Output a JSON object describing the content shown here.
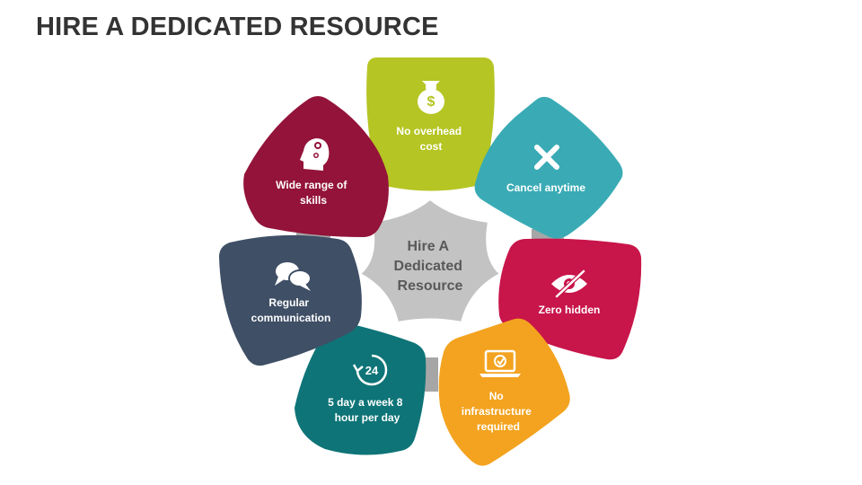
{
  "title": "HIRE A DEDICATED RESOURCE",
  "center": {
    "lines": [
      "Hire A",
      "Dedicated",
      "Resource"
    ],
    "color": "#c3c3c3"
  },
  "connector_color": "#a6a6a6",
  "petals": [
    {
      "key": "overhead",
      "lines": [
        "No overhead",
        "cost"
      ],
      "icon": "money-bag-icon",
      "color": "#b5c523"
    },
    {
      "key": "cancel",
      "lines": [
        "Cancel anytime"
      ],
      "icon": "close-x-icon",
      "color": "#3aabb5"
    },
    {
      "key": "hidden",
      "lines": [
        "Zero hidden"
      ],
      "icon": "eye-slash-icon",
      "color": "#c8154a"
    },
    {
      "key": "infrastructure",
      "lines": [
        "No",
        "infrastructure",
        "required"
      ],
      "icon": "laptop-check-icon",
      "color": "#f3a31f"
    },
    {
      "key": "schedule",
      "lines": [
        "5 day a week 8",
        "hour per day"
      ],
      "icon": "clock-24-icon",
      "color": "#0e7477"
    },
    {
      "key": "communication",
      "lines": [
        "Regular",
        "communication"
      ],
      "icon": "chat-bubbles-icon",
      "color": "#3f4f66"
    },
    {
      "key": "skills",
      "lines": [
        "Wide range of",
        "skills"
      ],
      "icon": "head-gears-icon",
      "color": "#93133a"
    }
  ]
}
